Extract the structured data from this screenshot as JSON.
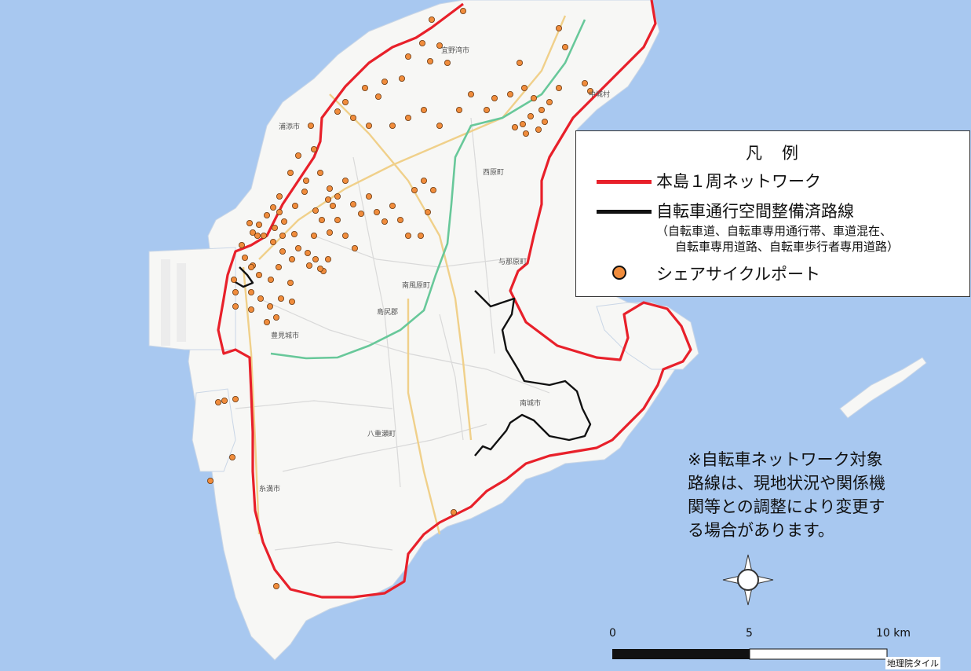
{
  "legend": {
    "title": "凡　例",
    "items": [
      {
        "label": "本島１周ネットワーク",
        "color": "#e8202a"
      },
      {
        "label": "自転車通行空間整備済路線",
        "color": "#111111"
      },
      {
        "label": "シェアサイクルポート",
        "color": "#f08c3c"
      }
    ],
    "note_line1": "（自転車道、自転車専用通行帯、車道混在、",
    "note_line2": "自転車専用道路、自転車歩行者専用道路）"
  },
  "remark": {
    "line1": "※自転車ネットワーク対象",
    "line2": "路線は、現地状況や関係機",
    "line3": "関等との調整により変更す",
    "line4": "る場合があります。"
  },
  "scale": {
    "label0": "0",
    "label5": "5",
    "label10": "10 km"
  },
  "attribution": "地理院タイル",
  "places": {
    "ginowan": "宜野湾市",
    "urasoe": "浦添市",
    "nishihara": "西原町",
    "yonabaru": "与那原町",
    "haebaru": "南風原町",
    "shimajiri": "島尻郡",
    "tomigusuku": "豊見城市",
    "nanjo": "南城市",
    "yaese": "八重瀬町",
    "itoman": "糸満市",
    "kitanakagusuku": "中城村"
  },
  "colors": {
    "sea": "#a8c8f0",
    "land": "#f7f7f5",
    "network": "#e8202a",
    "maintained": "#111111",
    "port": "#f08c3c",
    "expressway": "#68c89a",
    "road": "#f0d08a"
  }
}
